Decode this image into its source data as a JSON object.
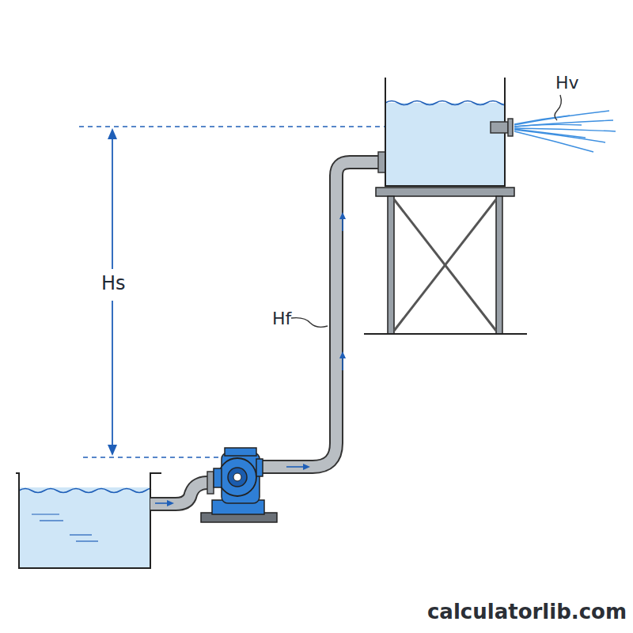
{
  "diagram": {
    "labels": [
      "Hs",
      "Hf",
      "Hv",
      "calculatorlib.com"
    ]
  }
}
